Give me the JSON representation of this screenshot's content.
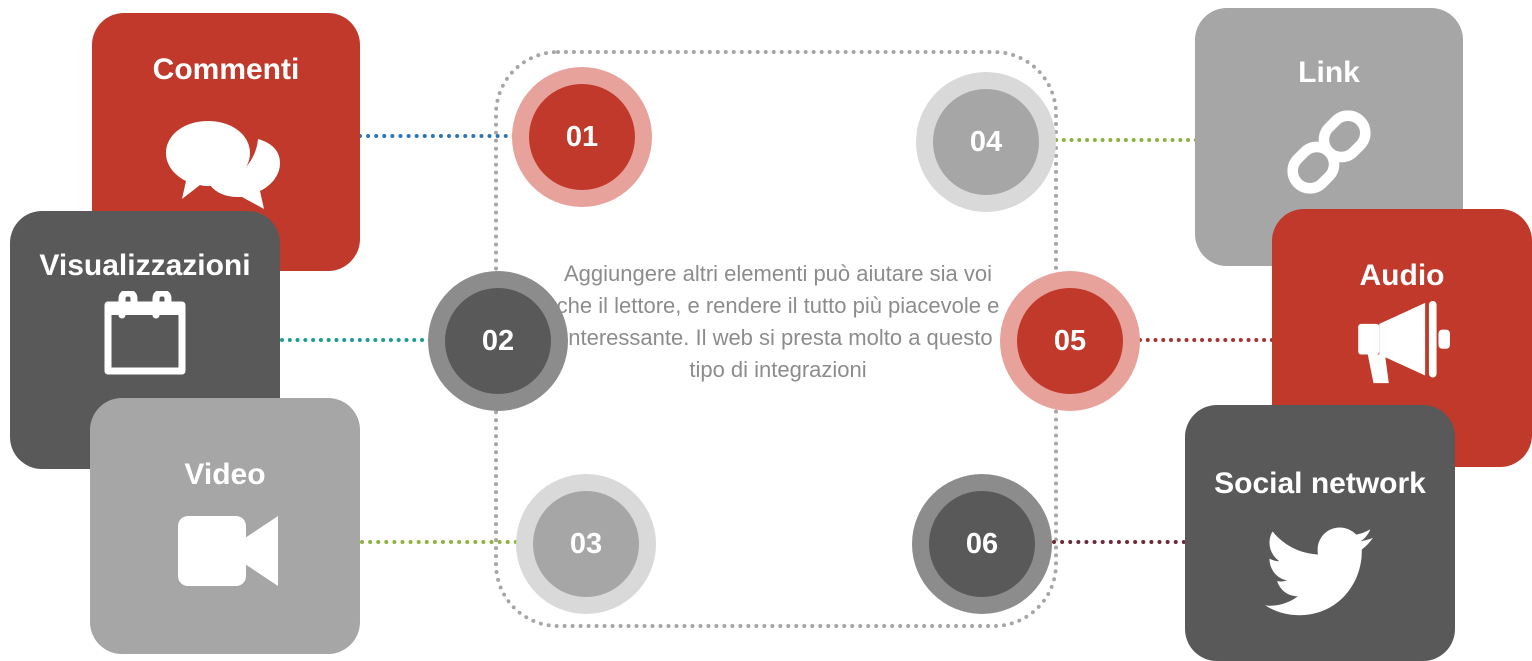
{
  "cards": {
    "commenti": {
      "label": "Commenti",
      "icon": "speech-bubbles-icon",
      "color": "#c0392b"
    },
    "visualizzazioni": {
      "label": "Visualizzazioni",
      "icon": "calendar-icon",
      "color": "#595959"
    },
    "video": {
      "label": "Video",
      "icon": "video-camera-icon",
      "color": "#a6a6a6"
    },
    "link": {
      "label": "Link",
      "icon": "chain-link-icon",
      "color": "#a6a6a6"
    },
    "audio": {
      "label": "Audio",
      "icon": "megaphone-icon",
      "color": "#c0392b"
    },
    "social": {
      "label": "Social network",
      "icon": "bird-icon",
      "color": "#595959"
    }
  },
  "steps": [
    "01",
    "02",
    "03",
    "04",
    "05",
    "06"
  ],
  "description": "Aggiungere altri elementi può aiutare sia voi che il lettore, e rendere il tutto più piacevole e interessante. Il web si presta molto a questo tipo di integrazioni"
}
